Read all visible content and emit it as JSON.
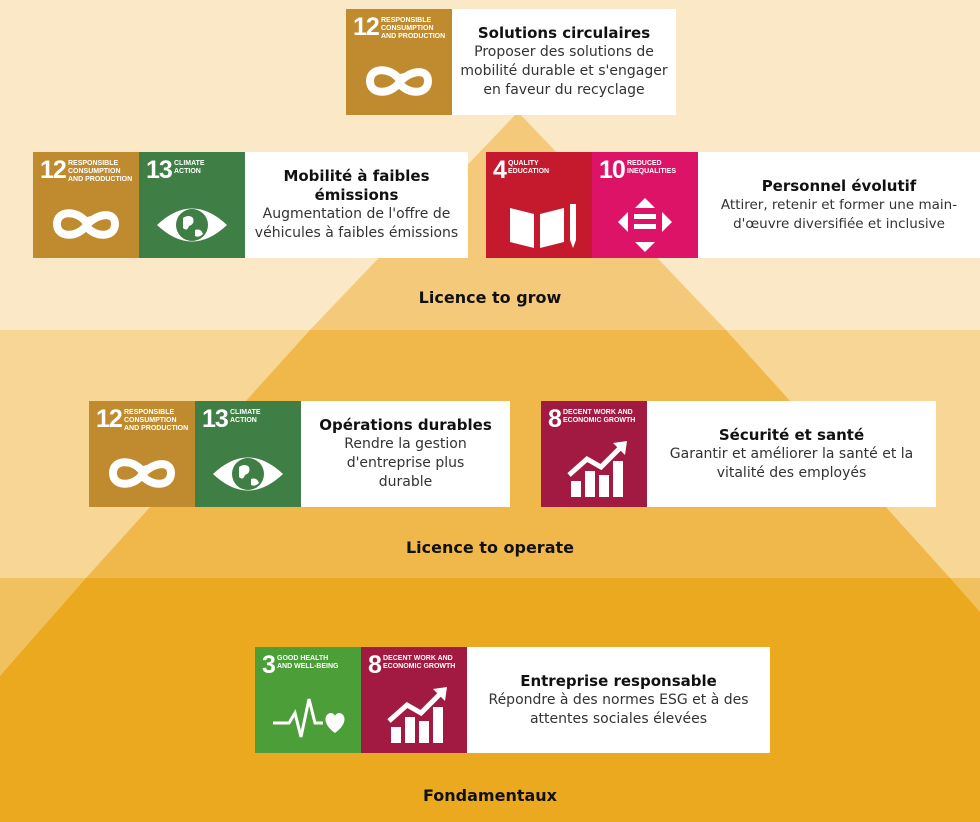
{
  "sdg": {
    "g3": {
      "num": "3",
      "label": "GOOD HEALTH\nAND WELL-BEING",
      "icon": "heartbeat-icon",
      "color": "#4c9f38"
    },
    "g4": {
      "num": "4",
      "label": "QUALITY\nEDUCATION",
      "icon": "book-icon",
      "color": "#c5192d"
    },
    "g8": {
      "num": "8",
      "label": "DECENT WORK AND\nECONOMIC GROWTH",
      "icon": "growth-chart-icon",
      "color": "#a21942"
    },
    "g10": {
      "num": "10",
      "label": "REDUCED\nINEQUALITIES",
      "icon": "equality-arrows-icon",
      "color": "#dd1367"
    },
    "g12": {
      "num": "12",
      "label": "RESPONSIBLE\nCONSUMPTION\nAND PRODUCTION",
      "icon": "infinity-icon",
      "color": "#bf8b2e"
    },
    "g13": {
      "num": "13",
      "label": "CLIMATE\nACTION",
      "icon": "earth-eye-icon",
      "color": "#3f7e44"
    }
  },
  "cards": {
    "solutions": {
      "title": "Solutions circulaires",
      "desc": "Proposer des solutions de mobilité durable et s'engager en faveur du recyclage"
    },
    "mobilite": {
      "title": "Mobilité à faibles émissions",
      "desc": "Augmentation de l'offre de véhicules à faibles émissions"
    },
    "personnel": {
      "title": "Personnel évolutif",
      "desc": "Attirer, retenir et former une main-d'œuvre diversifiée et inclusive"
    },
    "operations": {
      "title": "Opérations durables",
      "desc": "Rendre la gestion d'entreprise plus durable"
    },
    "securite": {
      "title": "Sécurité et santé",
      "desc": "Garantir et améliorer la santé et la vitalité des employés"
    },
    "entreprise": {
      "title": "Entreprise responsable",
      "desc": "Répondre à des normes ESG et à des attentes sociales élevées"
    }
  },
  "levels": {
    "grow": "Licence to grow",
    "operate": "Licence to operate",
    "fondamentaux": "Fondamentaux"
  },
  "colors": {
    "band1": "#fbe8c6",
    "band2": "#f8d796",
    "band3": "#f2c15f",
    "pyramid1": "#f5c97a",
    "pyramid2": "#f0b84a",
    "pyramid3": "#eba91f"
  }
}
